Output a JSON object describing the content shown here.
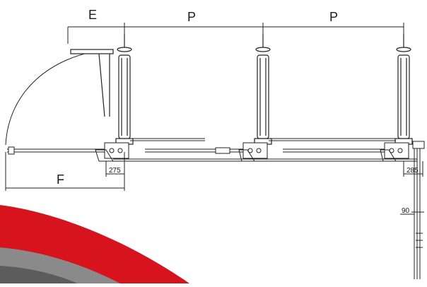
{
  "dimensions": {
    "E": "E",
    "P1": "P",
    "P2": "P",
    "F": "F",
    "d275": "275",
    "d285": "285",
    "d90": "90"
  },
  "colors": {
    "line": "#222222",
    "accent_red": "#d7141e",
    "accent_grey": "#8a8a8a"
  }
}
